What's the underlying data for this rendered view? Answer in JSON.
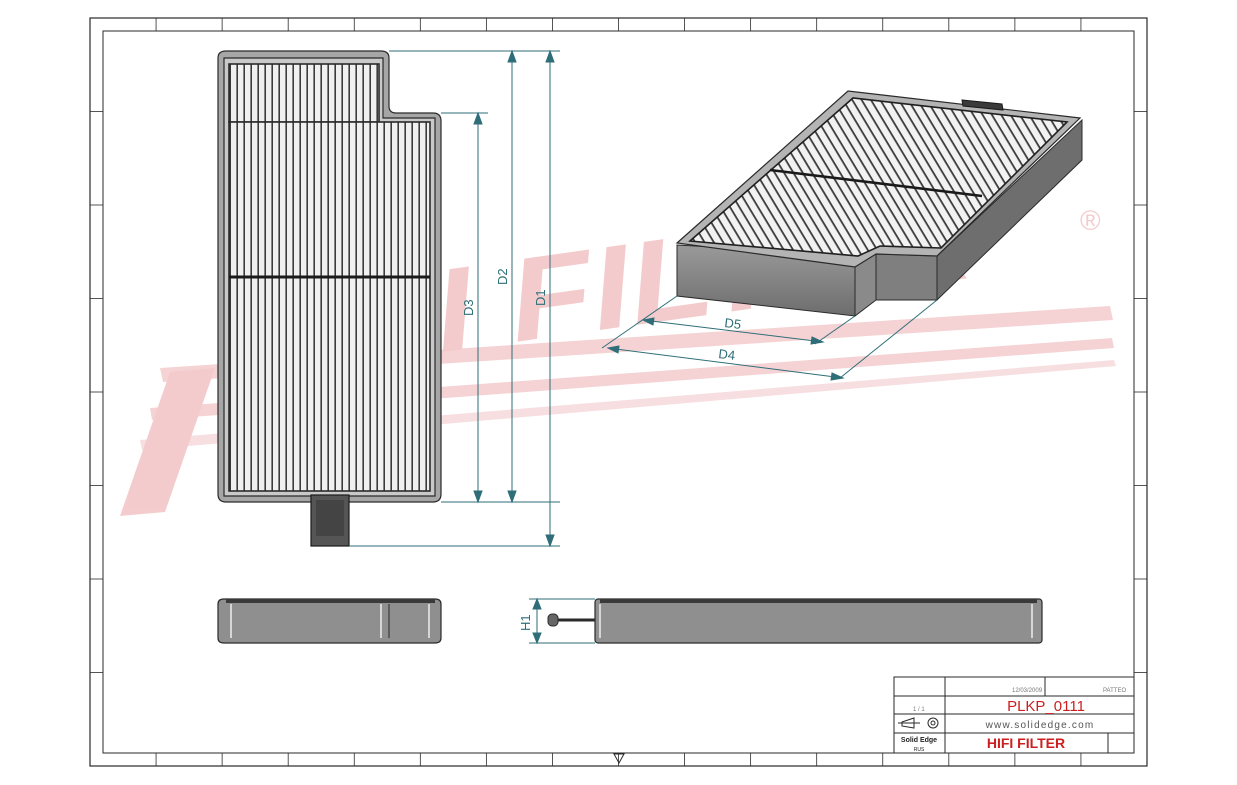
{
  "dimensions": {
    "d1": "D1",
    "d2": "D2",
    "d3": "D3",
    "d4": "D4",
    "d5": "D5",
    "h1": "H1"
  },
  "title_block": {
    "date": "12/03/2009",
    "author": "PATTEO",
    "part_number": "PLKP_0111",
    "scale": "1 / 1",
    "website": "www.solidedge.com",
    "software": "Solid Edge",
    "software_sub": "RUS",
    "company": "HIFI FILTER"
  },
  "watermark": {
    "text": "HIFI FILTER",
    "registered_mark": "®"
  },
  "colors": {
    "frame": "#2a2a2a",
    "dimension": "#2f6e78",
    "watermark": "#f3c6c8",
    "part_number": "#cc1f1f",
    "company": "#cc1f1f",
    "body_gray": "#8d8d8d",
    "pleat_light": "#ececec"
  }
}
